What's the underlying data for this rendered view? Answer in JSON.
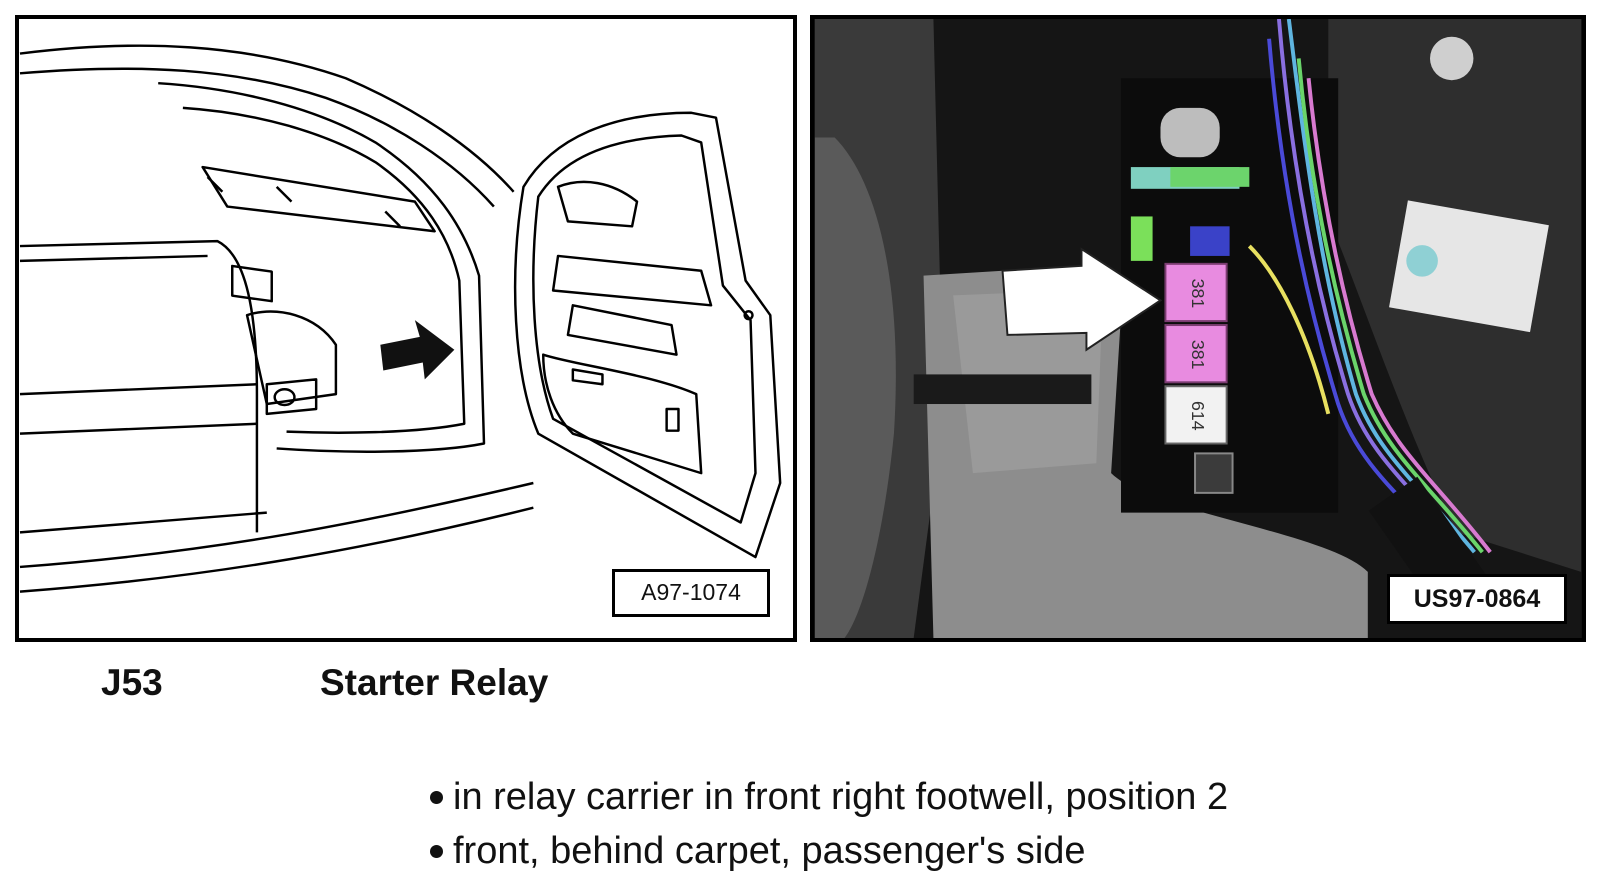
{
  "figures": {
    "left": {
      "reference": "A97-1074",
      "description_icon": "car-door-line-drawing"
    },
    "right": {
      "reference": "US97-0864",
      "relay_labels": [
        "381",
        "381",
        "614"
      ]
    }
  },
  "component": {
    "code": "J53",
    "name": "Starter Relay"
  },
  "notes": [
    "in relay carrier in front right footwell, position 2",
    "front, behind carpet, passenger's side"
  ]
}
